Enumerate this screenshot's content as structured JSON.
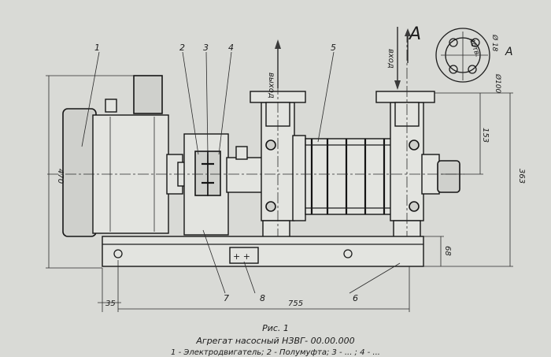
{
  "drawing": {
    "view_letter": "A",
    "view_letter_marker": "A",
    "labels": {
      "outlet": "выход",
      "inlet": "вход",
      "holes": "4отв."
    },
    "dimensions": {
      "d18": "Ø 18",
      "d100": "Ø100",
      "h470": "470",
      "h363": "363",
      "h153": "153",
      "h68": "68",
      "w35": "35",
      "w755": "755"
    },
    "callouts": [
      "1",
      "2",
      "3",
      "4",
      "5",
      "6",
      "7",
      "8"
    ]
  },
  "caption": {
    "figure": "Рис. 1",
    "title": "Агрегат насосный НЗВГ- 00.00.000",
    "legend": "1 - Электродвигатель; 2 - Полумуфта; 3 - ... ; 4 - ..."
  }
}
